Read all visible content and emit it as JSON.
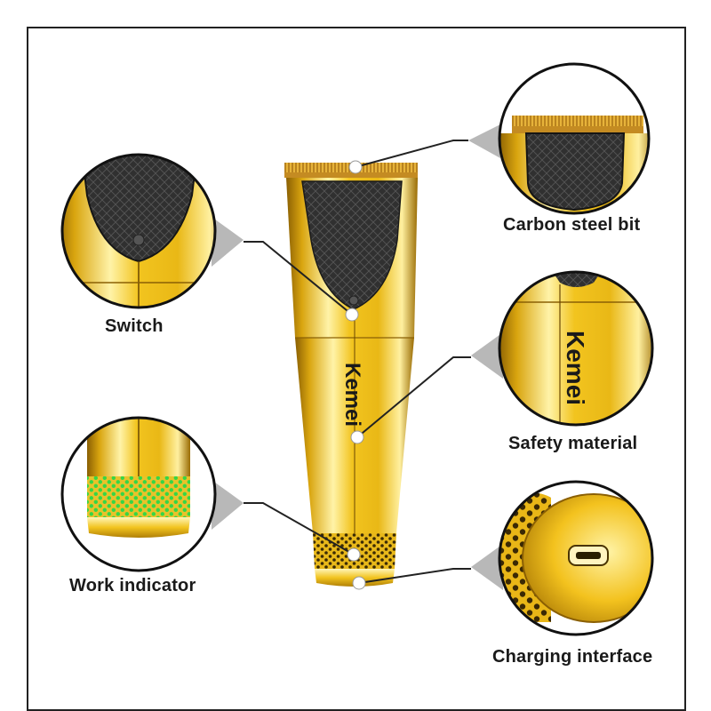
{
  "brand": "Kemei",
  "features": {
    "switch": {
      "label": "Switch"
    },
    "work_indicator": {
      "label": "Work indicator"
    },
    "carbon_steel_bit": {
      "label": "Carbon steel bit"
    },
    "safety_material": {
      "label": "Safety material"
    },
    "charging_interface": {
      "label": "Charging interface"
    }
  },
  "colors": {
    "gold_light": "#fff2a6",
    "gold_mid": "#f0c21c",
    "gold_dark": "#a87a05",
    "blade_black": "#2a2a2a",
    "indicator_green": "#3ad94a",
    "callout_gray": "#b5b5b5",
    "frame": "#222222"
  }
}
